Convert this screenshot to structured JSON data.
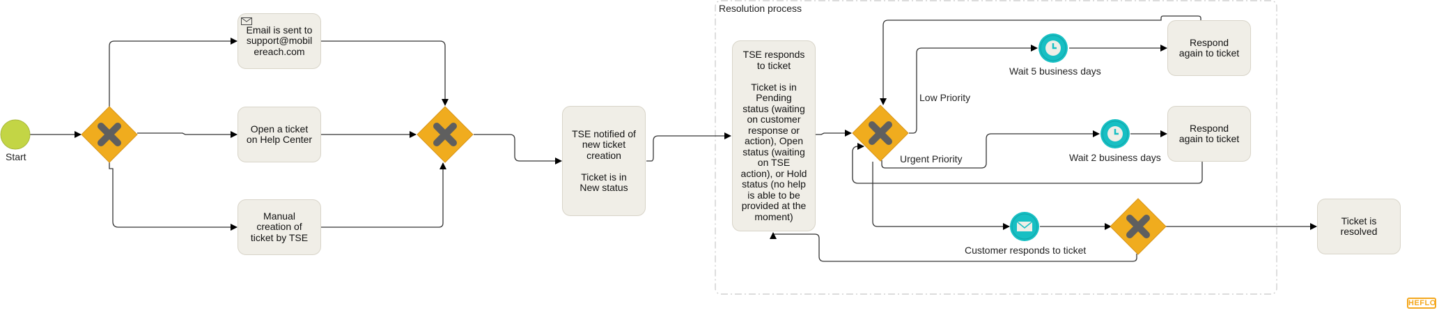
{
  "diagram": {
    "pool_title": "Resolution process",
    "start_event": {
      "label": "Start",
      "color": "#c3d545"
    },
    "tasks": {
      "email": "Email is sent to\nsupport@mobil\nereach.com",
      "help_center": "Open a ticket\non Help Center",
      "manual": "Manual\ncreation of\nticket by TSE",
      "notified": "TSE notified of\nnew ticket\ncreation\n\nTicket is in\nNew status",
      "responds": "TSE responds\nto ticket\n\nTicket is in\nPending\nstatus (waiting\non customer\nresponse or\naction), Open\nstatus (waiting\non TSE\naction), or Hold\nstatus (no help\nis able to be\nprovided at the\nmoment)",
      "respond_again_1": "Respond\nagain to ticket",
      "respond_again_2": "Respond\nagain to ticket",
      "resolved": "Ticket is\nresolved"
    },
    "events": {
      "wait5": "Wait 5 business days",
      "wait2": "Wait 2 business days",
      "customer": "Customer responds to ticket"
    },
    "flow_labels": {
      "low": "Low Priority",
      "urgent": "Urgent Priority"
    },
    "icons": {
      "gateway": "exclusive-gateway-x",
      "timer": "clock-icon",
      "message": "envelope-icon"
    },
    "colors": {
      "gateway": "#f0ac1e",
      "gateway_x": "#5f5f5f",
      "event": "#17bfc3",
      "task_fill": "#f0eee7"
    },
    "logo": "HEFLO"
  }
}
